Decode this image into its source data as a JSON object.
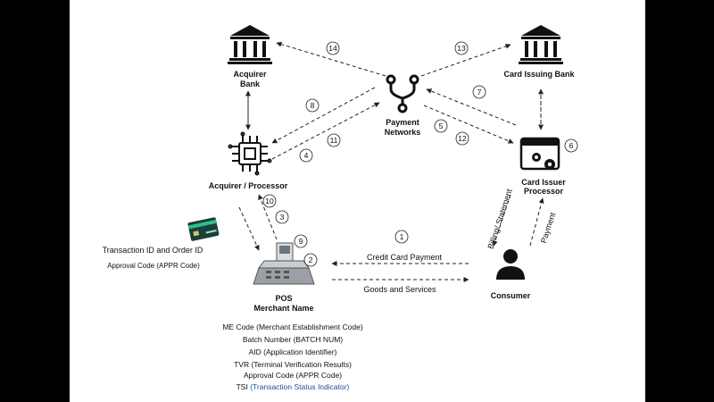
{
  "nodes": {
    "acquirer_bank": [
      "Acquirer",
      "Bank"
    ],
    "card_issuing_bank": "Card Issuing Bank",
    "payment_networks": [
      "Payment",
      "Networks"
    ],
    "acquirer_processor": "Acquirer / Processor",
    "card_issuer_processor": [
      "Card Issuer",
      "Processor"
    ],
    "pos": [
      "POS",
      "Merchant Name"
    ],
    "consumer": "Consumer"
  },
  "flow_labels": {
    "credit_card_payment": "Credit Card Payment",
    "goods_and_services": "Goods and Services",
    "billing_statement": "Billing/ Statement",
    "payment": "Payment"
  },
  "card_info": {
    "line1": "Transaction ID and Order ID",
    "line2": "Approval Code (APPR Code)"
  },
  "steps": [
    "1",
    "2",
    "3",
    "4",
    "5",
    "6",
    "7",
    "8",
    "9",
    "10",
    "11",
    "12",
    "13",
    "14"
  ],
  "pos_details": [
    {
      "head": "ME Code ",
      "term": "(Merchant Establishment Code)"
    },
    {
      "head": "Batch Number ",
      "term": "(BATCH NUM)"
    },
    {
      "head": "AID ",
      "term": "(Application Identifier)"
    },
    {
      "head": "TVR ",
      "term": "(Terminal Verification Results)"
    },
    {
      "head": "Approval Code ",
      "term": "(APPR Code)"
    },
    {
      "head": "TSI ",
      "term": "(Transaction Status Indicator)"
    }
  ]
}
